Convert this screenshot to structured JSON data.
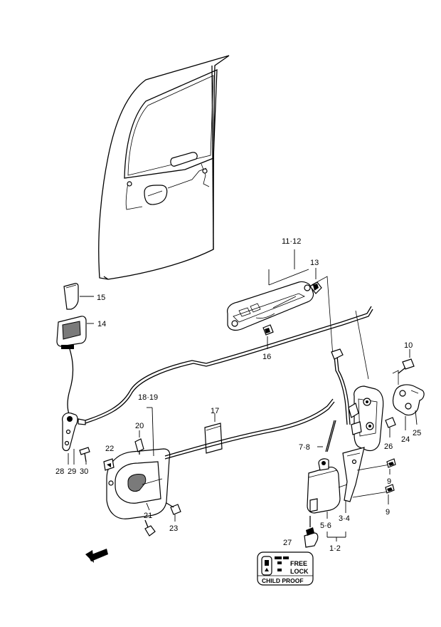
{
  "parts": [
    {
      "id": "p1112",
      "label": "11·12"
    },
    {
      "id": "p13",
      "label": "13"
    },
    {
      "id": "p15",
      "label": "15"
    },
    {
      "id": "p14",
      "label": "14"
    },
    {
      "id": "p16",
      "label": "16"
    },
    {
      "id": "p10",
      "label": "10"
    },
    {
      "id": "p1819",
      "label": "18·19"
    },
    {
      "id": "p17",
      "label": "17"
    },
    {
      "id": "p20",
      "label": "20"
    },
    {
      "id": "p22",
      "label": "22"
    },
    {
      "id": "p78",
      "label": "7·8"
    },
    {
      "id": "p26",
      "label": "26"
    },
    {
      "id": "p24",
      "label": "24"
    },
    {
      "id": "p25",
      "label": "25"
    },
    {
      "id": "p9a",
      "label": "9"
    },
    {
      "id": "p9b",
      "label": "9"
    },
    {
      "id": "p28",
      "label": "28"
    },
    {
      "id": "p29",
      "label": "29"
    },
    {
      "id": "p30",
      "label": "30"
    },
    {
      "id": "p21",
      "label": "21"
    },
    {
      "id": "p23",
      "label": "23"
    },
    {
      "id": "p56",
      "label": "5·6"
    },
    {
      "id": "p34",
      "label": "3·4"
    },
    {
      "id": "p27",
      "label": "27"
    },
    {
      "id": "p12",
      "label": "1·2"
    }
  ],
  "child_label": {
    "line1": "FREE",
    "line2": "LOCK",
    "footer": "CHILD PROOF"
  }
}
